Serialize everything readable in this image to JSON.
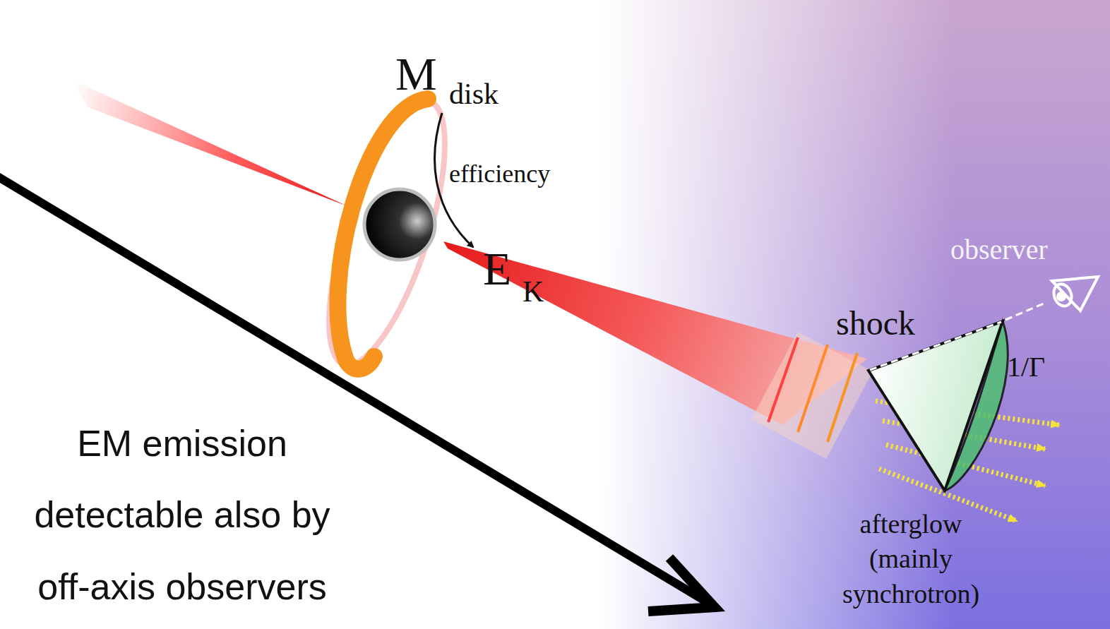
{
  "diagram": {
    "labels": [
      "M",
      "disk",
      "efficiency",
      "E",
      "K",
      "observer",
      "shock",
      "1/Γ",
      "afterglow (mainly synchrotron)",
      "EM emission detectable also by off-axis observers"
    ]
  }
}
